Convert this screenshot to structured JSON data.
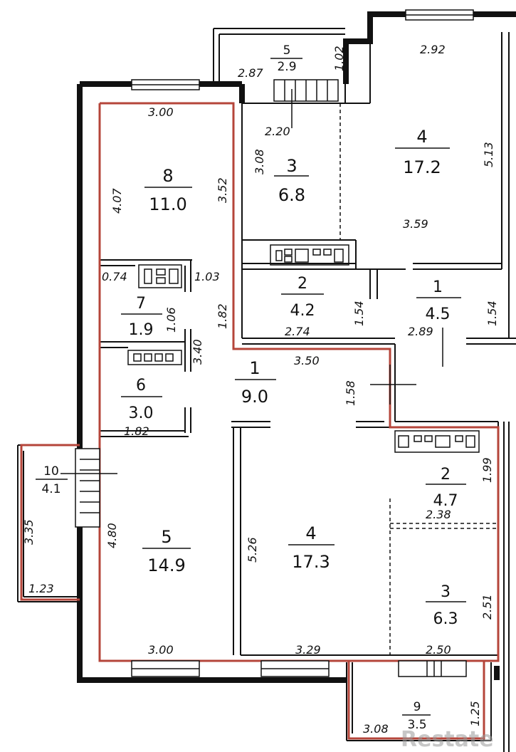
{
  "rooms": {
    "r1_left": {
      "num": "1",
      "area": "9.0"
    },
    "r2_left": {
      "num": "2",
      "area": "4.7"
    },
    "r3_left": {
      "num": "3",
      "area": "6.3"
    },
    "r4_left": {
      "num": "4",
      "area": "17.3"
    },
    "r5_left": {
      "num": "5",
      "area": "14.9"
    },
    "r6_left": {
      "num": "6",
      "area": "3.0"
    },
    "r7_left": {
      "num": "7",
      "area": "1.9"
    },
    "r8_left": {
      "num": "8",
      "area": "11.0"
    },
    "r9_left": {
      "num": "9",
      "area": "3.5"
    },
    "r10_left": {
      "num": "10",
      "area": "4.1"
    },
    "r1_right": {
      "num": "1",
      "area": "4.5"
    },
    "r2_right": {
      "num": "2",
      "area": "4.2"
    },
    "r3_right": {
      "num": "3",
      "area": "6.8"
    },
    "r4_right": {
      "num": "4",
      "area": "17.2"
    },
    "r5_right": {
      "num": "5",
      "area": "2.9"
    }
  },
  "dims": {
    "d_287": "2.87",
    "d_102": "1.02",
    "d_292": "2.92",
    "d_513": "5.13",
    "d_300_top": "3.00",
    "d_220": "2.20",
    "d_407": "4.07",
    "d_352": "3.52",
    "d_308": "3.08",
    "d_359": "3.59",
    "d_074": "0.74",
    "d_103": "1.03",
    "d_154_a": "1.54",
    "d_154_b": "1.54",
    "d_106": "1.06",
    "d_182_v": "1.82",
    "d_274": "2.74",
    "d_289": "2.89",
    "d_340": "3.40",
    "d_350": "3.50",
    "d_158": "1.58",
    "d_182_h": "1.82",
    "d_199": "1.99",
    "d_238": "2.38",
    "d_480": "4.80",
    "d_526": "5.26",
    "d_335": "3.35",
    "d_123": "1.23",
    "d_251": "2.51",
    "d_300_bot": "3.00",
    "d_329": "3.29",
    "d_250": "2.50",
    "d_125": "1.25",
    "d_308_bot": "3.08"
  },
  "watermark": "Restate",
  "colors": {
    "wall": "#111111",
    "highlight": "#b5453a",
    "window": "#111111"
  }
}
